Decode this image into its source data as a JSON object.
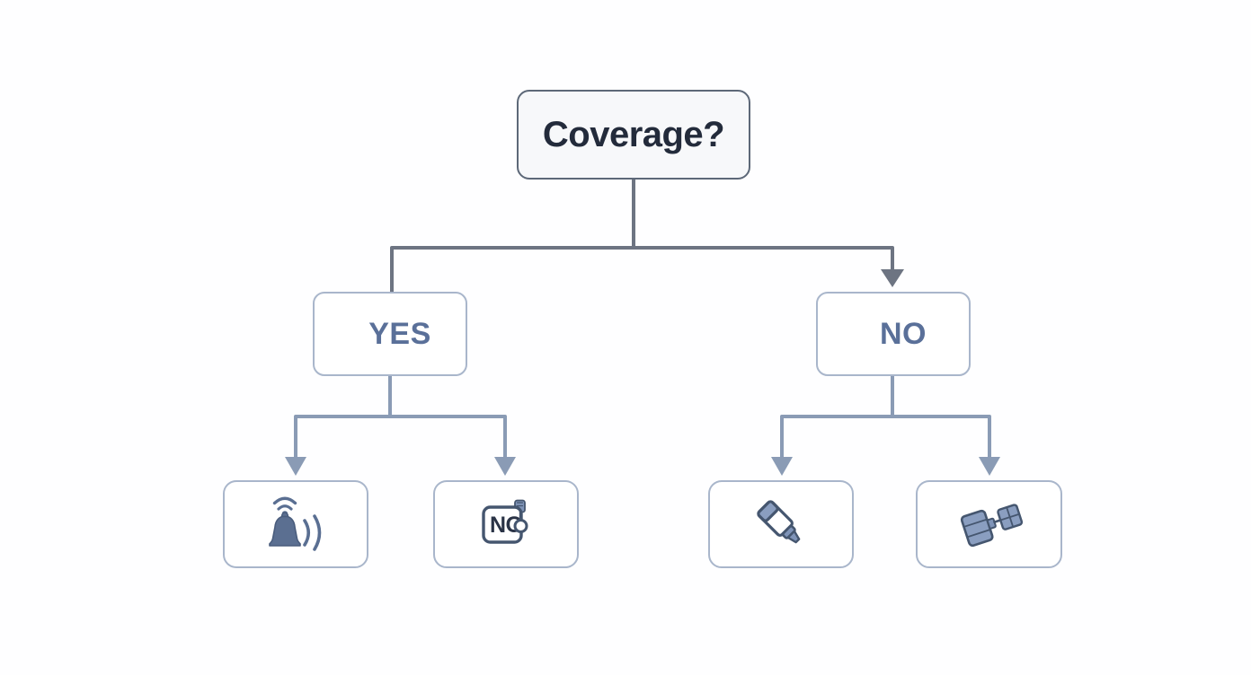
{
  "diagram": {
    "type": "decision-tree",
    "title_node": {
      "label": "Coverage?"
    },
    "branches": [
      {
        "id": "yes",
        "label": "YES"
      },
      {
        "id": "no",
        "label": "NO"
      }
    ],
    "leaves": [
      {
        "id": "leaf-bell-signal",
        "parent": "yes",
        "icon": "bell-signal-icon",
        "label": ""
      },
      {
        "id": "leaf-no-badge",
        "parent": "yes",
        "icon": "no-badge-icon",
        "label": "NO"
      },
      {
        "id": "leaf-highlighter",
        "parent": "no",
        "icon": "highlighter-icon",
        "label": ""
      },
      {
        "id": "leaf-satellite",
        "parent": "no",
        "icon": "satellite-icon",
        "label": ""
      }
    ],
    "connectors": [
      {
        "from": "title_node",
        "to": "yes",
        "arrowhead": false
      },
      {
        "from": "title_node",
        "to": "no",
        "arrowhead": true
      },
      {
        "from": "yes",
        "to": "leaf-bell-signal",
        "arrowhead": true
      },
      {
        "from": "yes",
        "to": "leaf-no-badge",
        "arrowhead": true
      },
      {
        "from": "no",
        "to": "leaf-highlighter",
        "arrowhead": true
      },
      {
        "from": "no",
        "to": "leaf-satellite",
        "arrowhead": true
      }
    ]
  },
  "colors": {
    "background": "#fefeff",
    "root_border": "#5d6878",
    "root_fill": "#f7f8fa",
    "root_text": "#232b3b",
    "node_border": "#a9b6cb",
    "node_fill": "#ffffff",
    "branch_text": "#5a7099",
    "connector_dark": "#6d7482",
    "connector_light": "#8a9bb5",
    "icon_fill": "#7f94b8",
    "icon_stroke": "#47566e"
  }
}
